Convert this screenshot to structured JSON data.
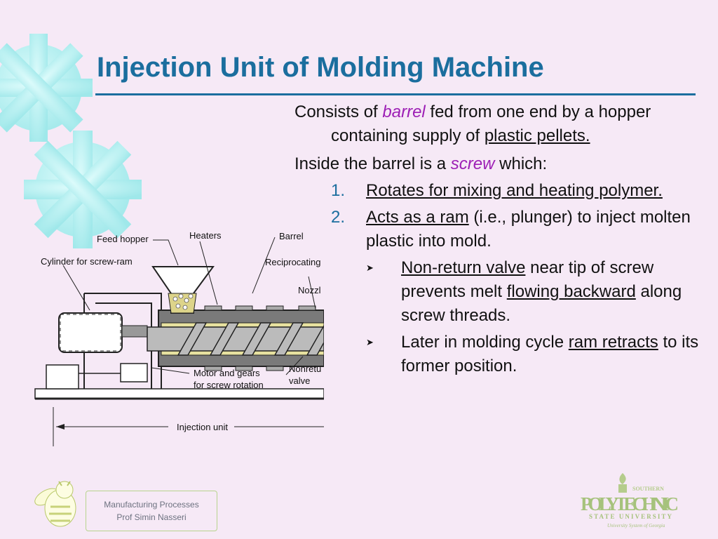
{
  "slide": {
    "title": "Injection Unit of Molding Machine",
    "accent_color": "#1b6e9e",
    "emphasis_color": "#9d1fb5"
  },
  "content": {
    "p1": {
      "pre": "Consists of ",
      "em": "barrel",
      "mid": " fed from one end by a hopper containing supply of ",
      "u": "plastic pellets."
    },
    "p2": {
      "pre": "Inside the barrel is a ",
      "em": "screw",
      "post": " which:"
    },
    "items": [
      {
        "num": "1.",
        "u": "Rotates for mixing and heating polymer.",
        "post": ""
      },
      {
        "num": "2.",
        "u": "Acts as a ram",
        "post": " (i.e., plunger) to inject molten plastic into mold."
      }
    ],
    "sub_items": [
      {
        "b1": "Non-return valve",
        "t1": " near tip of screw prevents melt ",
        "b2": "flowing backward",
        "t2": " along screw threads."
      },
      {
        "t0": "Later in molding cycle ",
        "b1": "ram retracts",
        "t1": " to its former position."
      }
    ],
    "bullet_icon": "chevron-right-icon"
  },
  "diagram": {
    "labels": {
      "feed_hopper": "Feed hopper",
      "heaters": "Heaters",
      "barrel": "Barrel",
      "cylinder": "Cylinder for screw-ram",
      "reciprocating": "Reciprocating",
      "nozzle": "Nozzl",
      "motor_1": "Motor and gears",
      "motor_2": "for screw rotation",
      "nonreturn_1": "Nonretu",
      "nonreturn_2": "valve",
      "injection_unit": "Injection unit"
    }
  },
  "footer": {
    "course": "Manufacturing Processes",
    "instructor": "Prof Simin Nasseri",
    "logo": {
      "southern": "SOUTHERN",
      "polytechnic": "POLYTECHNIC",
      "state_university": "STATE UNIVERSITY",
      "system": "University System of Georgia"
    }
  }
}
